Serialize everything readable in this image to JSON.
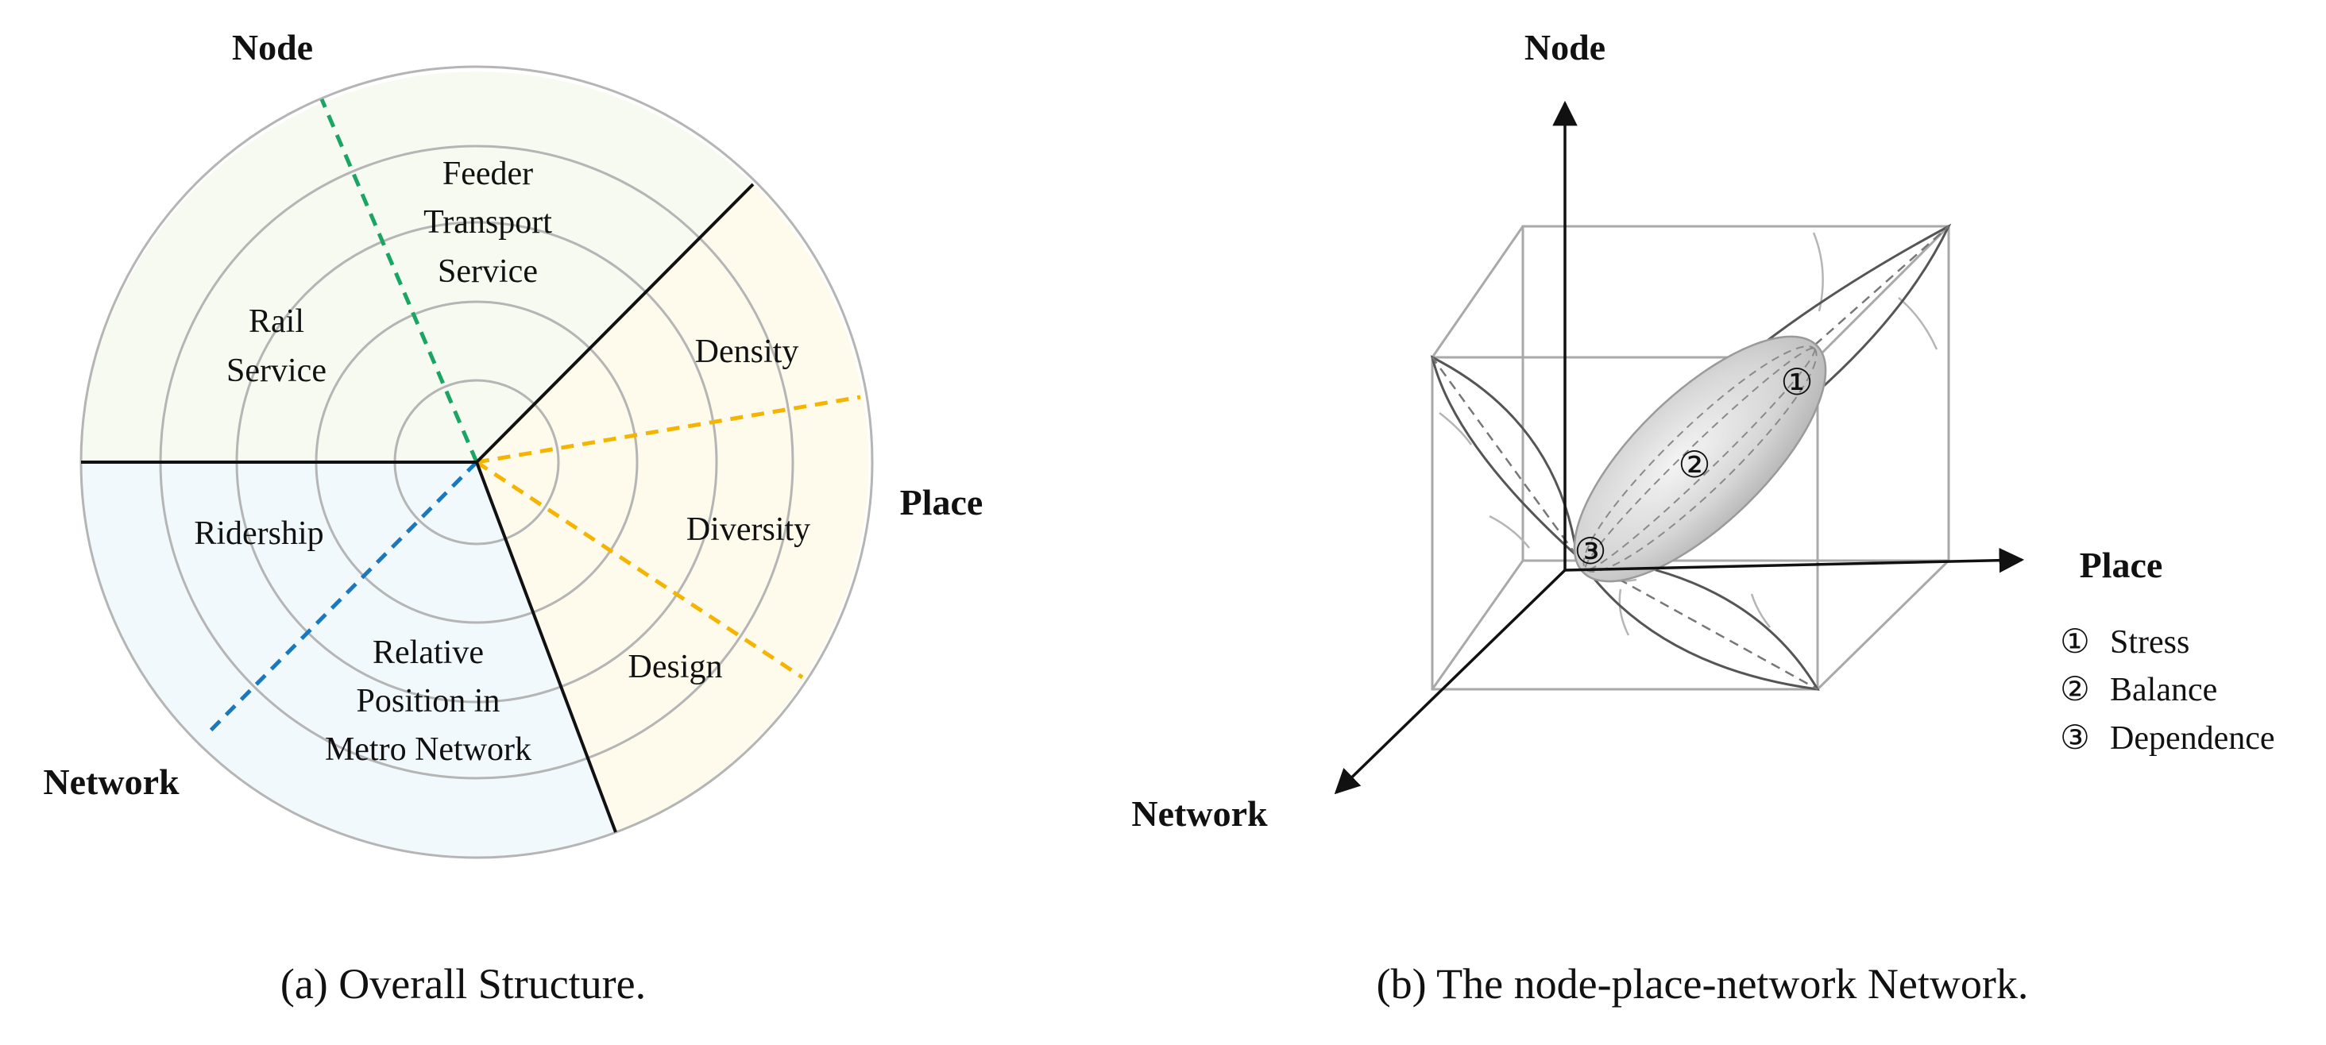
{
  "panel_a": {
    "axis_labels": {
      "node": "Node",
      "place": "Place",
      "network": "Network"
    },
    "node_sector": {
      "feeder": [
        "Feeder",
        "Transport",
        "Service"
      ],
      "rail": [
        "Rail",
        "Service"
      ]
    },
    "place_sector": {
      "density": "Density",
      "diversity": "Diversity",
      "design": "Design"
    },
    "network_sector": {
      "ridership": "Ridership",
      "relative": [
        "Relative",
        "Position in",
        "Metro Network"
      ]
    },
    "caption": "(a) Overall Structure.",
    "colors": {
      "node_fill": "#f7faf1",
      "place_fill": "#fefaec",
      "network_fill": "#f1f9fd",
      "node_dash": "#1aa564",
      "place_dash": "#f5b400",
      "network_dash": "#1a79bd"
    }
  },
  "panel_b": {
    "axis_labels": {
      "node": "Node",
      "place": "Place",
      "network": "Network"
    },
    "markers": [
      "①",
      "②",
      "③"
    ],
    "legend": [
      {
        "marker": "①",
        "label": "Stress"
      },
      {
        "marker": "②",
        "label": "Balance"
      },
      {
        "marker": "③",
        "label": "Dependence"
      }
    ],
    "caption": "(b) The node-place-network Network."
  }
}
